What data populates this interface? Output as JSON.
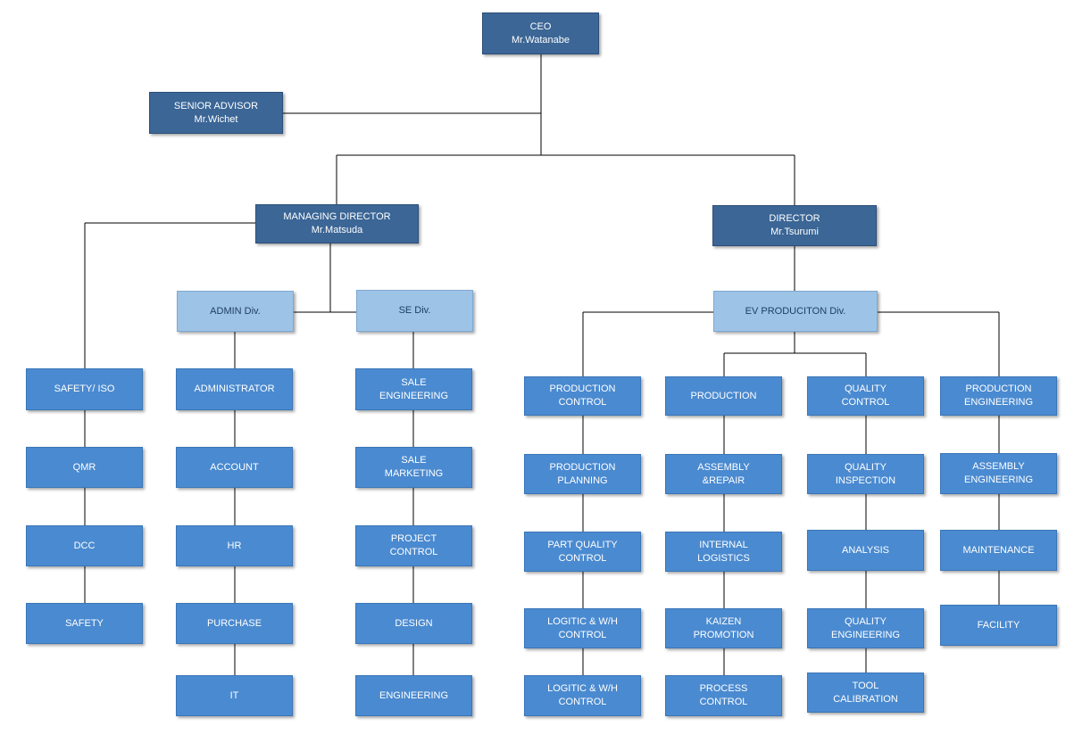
{
  "executives": {
    "ceo": {
      "title": "CEO",
      "name": "Mr.Watanabe"
    },
    "senior_advisor": {
      "title": "SENIOR ADVISOR",
      "name": "Mr.Wichet"
    },
    "managing_director": {
      "title": "MANAGING DIRECTOR",
      "name": "Mr.Matsuda"
    },
    "director": {
      "title": "DIRECTOR",
      "name": "Mr.Tsurumi"
    }
  },
  "divisions": {
    "admin": "ADMIN Div.",
    "se": "SE Div.",
    "ev": "EV PRODUCITON Div."
  },
  "columns": {
    "safety": [
      "SAFETY/ ISO",
      "QMR",
      "DCC",
      "SAFETY"
    ],
    "admin": [
      "ADMINISTRATOR",
      "ACCOUNT",
      "HR",
      "PURCHASE",
      "IT"
    ],
    "se": [
      [
        "SALE",
        "ENGINEERING"
      ],
      [
        "SALE",
        "MARKETING"
      ],
      [
        "PROJECT",
        "CONTROL"
      ],
      [
        "DESIGN"
      ],
      [
        "ENGINEERING"
      ]
    ],
    "production_control": [
      [
        "PRODUCTION",
        "CONTROL"
      ],
      [
        "PRODUCTION",
        "PLANNING"
      ],
      [
        "PART QUALITY",
        "CONTROL"
      ],
      [
        "LOGITIC & W/H",
        "CONTROL"
      ],
      [
        "LOGITIC & W/H",
        "CONTROL"
      ]
    ],
    "production": [
      [
        "PRODUCTION"
      ],
      [
        "ASSEMBLY",
        "&REPAIR"
      ],
      [
        "INTERNAL",
        "LOGISTICS"
      ],
      [
        "KAIZEN",
        "PROMOTION"
      ],
      [
        "PROCESS",
        "CONTROL"
      ]
    ],
    "quality_control": [
      [
        "QUALITY",
        "CONTROL"
      ],
      [
        "QUALITY",
        "INSPECTION"
      ],
      [
        "ANALYSIS"
      ],
      [
        "QUALITY",
        "ENGINEERING"
      ],
      [
        "TOOL",
        "CALIBRATION"
      ]
    ],
    "production_engineering": [
      [
        "PRODUCTION",
        "ENGINEERING"
      ],
      [
        "ASSEMBLY",
        "ENGINEERING"
      ],
      [
        "MAINTENANCE"
      ],
      [
        "FACILITY"
      ]
    ]
  }
}
